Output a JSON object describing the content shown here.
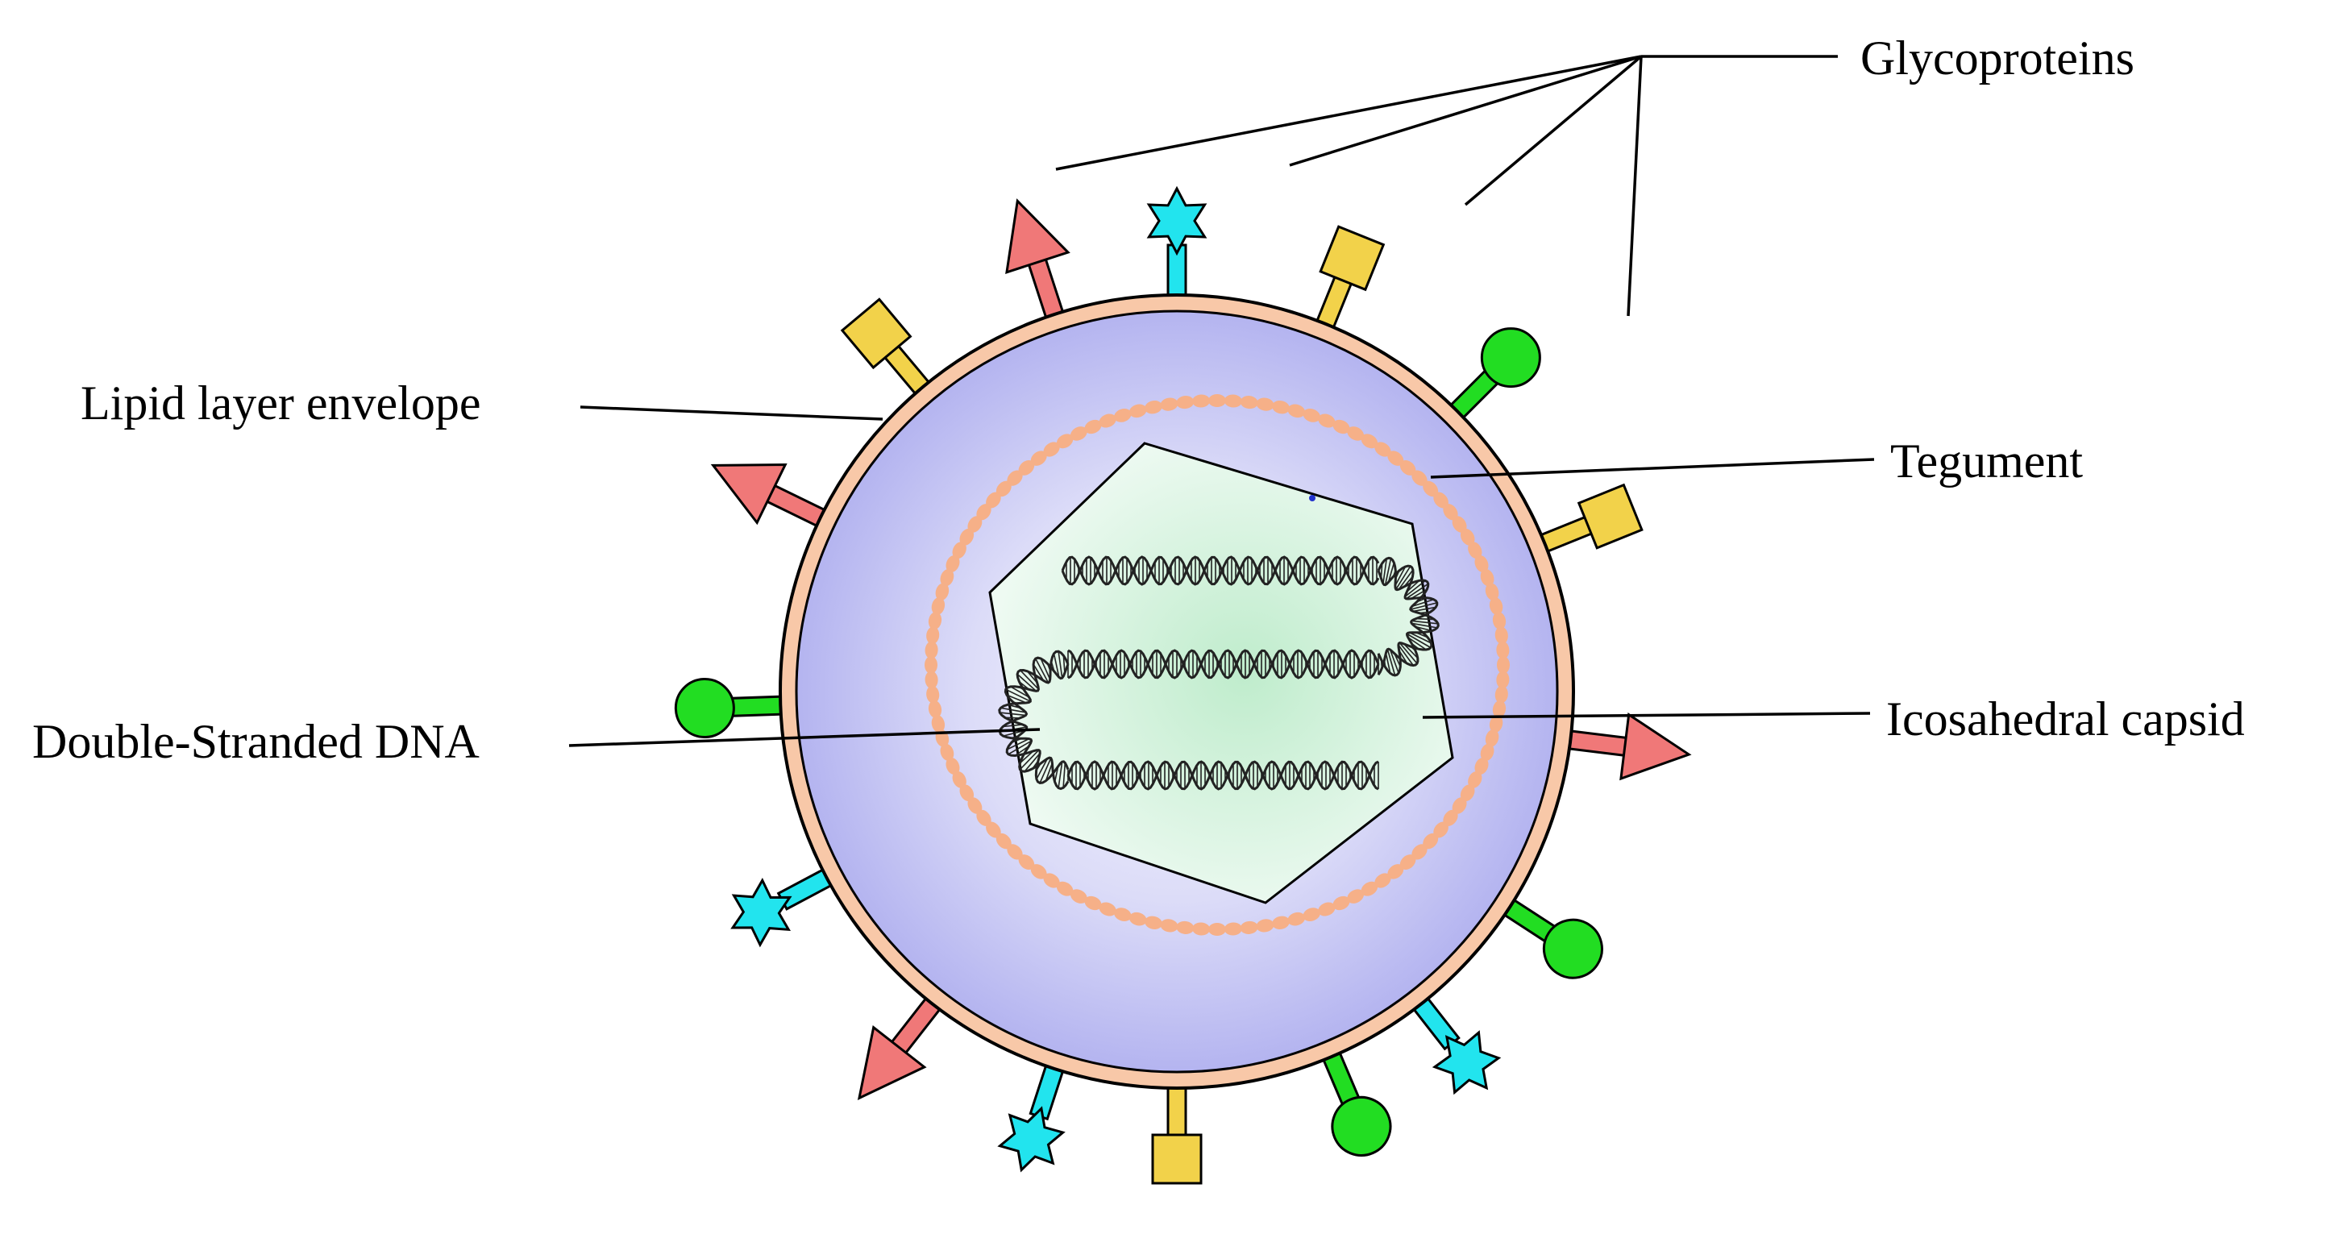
{
  "diagram": {
    "labels": {
      "glycoproteins": "Glycoproteins",
      "lipid_envelope": "Lipid layer envelope",
      "tegument": "Tegument",
      "dna": "Double-Stranded DNA",
      "capsid": "Icosahedral capsid"
    },
    "colors": {
      "envelope_ring": "#f8c8a8",
      "envelope_fill": "#c4c4f6",
      "tegument_beads": "#f6b088",
      "capsid_fill": "#d2f2de",
      "dna_strand": "#222222",
      "glyco_red": "#f07878",
      "glyco_cyan": "#22e4ee",
      "glyco_yellow": "#f2d24a",
      "glyco_green": "#22dd22"
    },
    "glycoprotein_types": [
      "arrow-head",
      "star",
      "square",
      "ball"
    ]
  }
}
